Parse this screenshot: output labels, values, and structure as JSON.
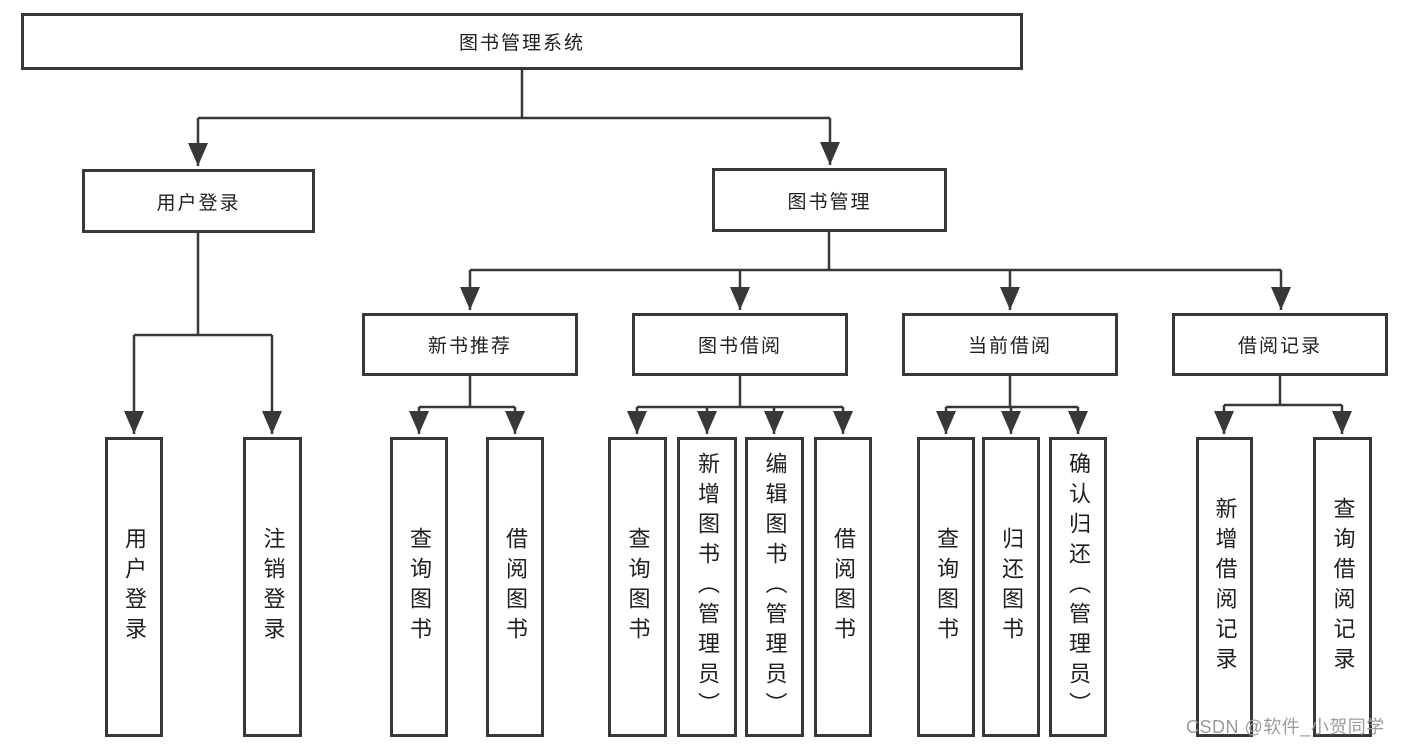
{
  "diagram": {
    "type": "hierarchy-tree",
    "title": "图书管理系统",
    "root": {
      "label": "图书管理系统",
      "children": [
        {
          "label": "用户登录",
          "children": [
            {
              "label": "用户登录"
            },
            {
              "label": "注销登录"
            }
          ]
        },
        {
          "label": "图书管理",
          "children": [
            {
              "label": "新书推荐",
              "children": [
                {
                  "label": "查询图书"
                },
                {
                  "label": "借阅图书"
                }
              ]
            },
            {
              "label": "图书借阅",
              "children": [
                {
                  "label": "查询图书"
                },
                {
                  "label": "新增图书（管理员）"
                },
                {
                  "label": "编辑图书（管理员）"
                },
                {
                  "label": "借阅图书"
                }
              ]
            },
            {
              "label": "当前借阅",
              "children": [
                {
                  "label": "查询图书"
                },
                {
                  "label": "归还图书"
                },
                {
                  "label": "确认归还（管理员）"
                }
              ]
            },
            {
              "label": "借阅记录",
              "children": [
                {
                  "label": "新增借阅记录"
                },
                {
                  "label": "查询借阅记录"
                }
              ]
            }
          ]
        }
      ]
    }
  },
  "watermark": {
    "text": "CSDN @软件_小贺同学",
    "color": "#9c9ca0"
  },
  "colors": {
    "line": "#383838",
    "box_border": "#383838",
    "text": "#1f1f1f",
    "background": "#ffffff"
  }
}
